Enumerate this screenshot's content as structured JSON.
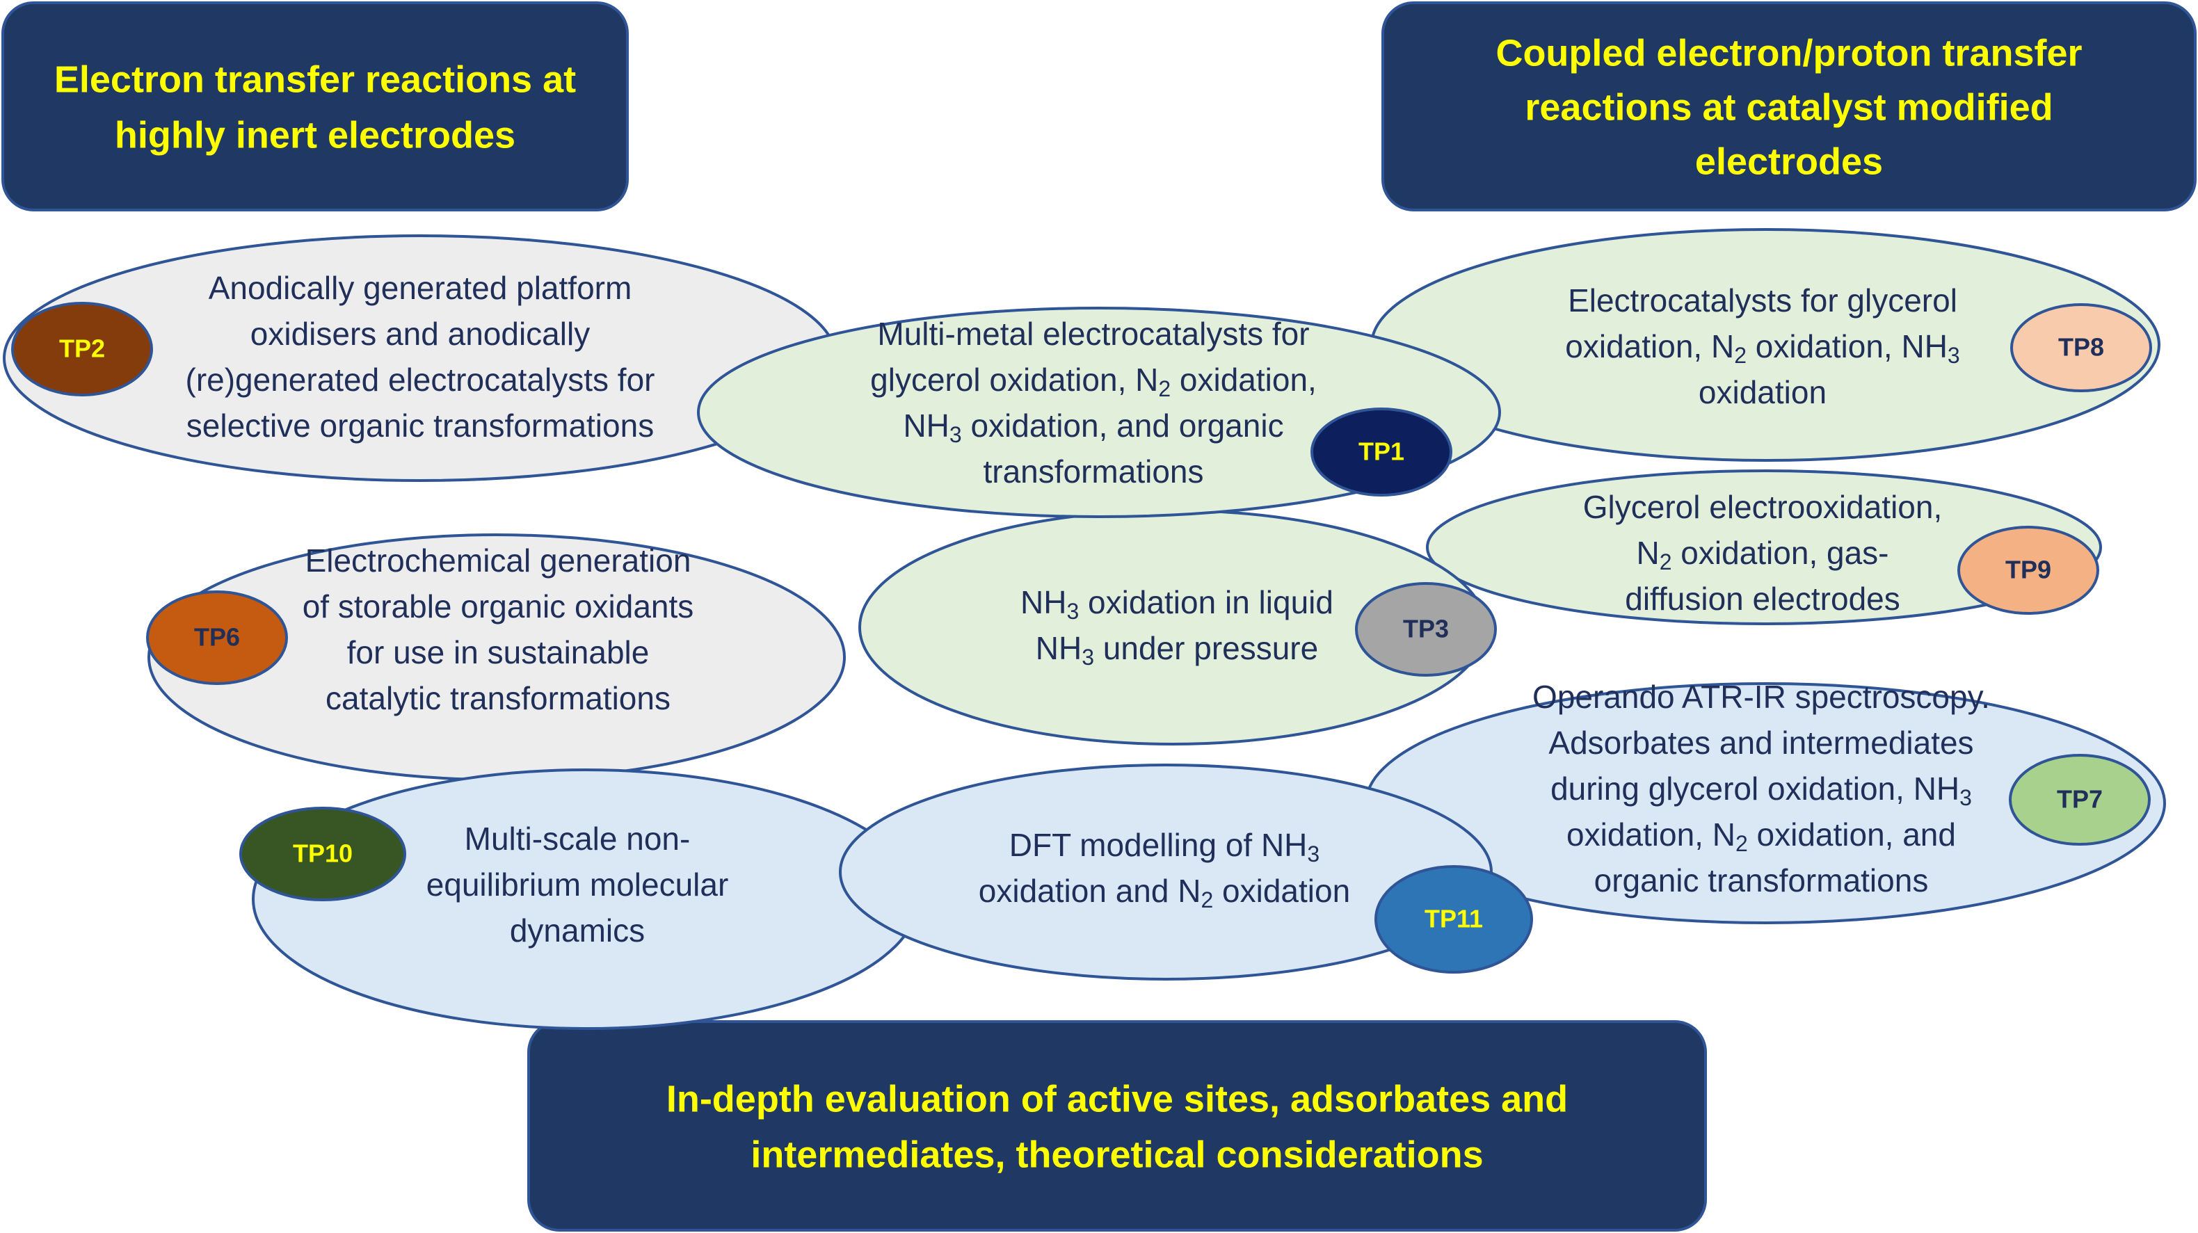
{
  "header_boxes": [
    {
      "id": "hdr-inert",
      "lines": [
        "Electron transfer reactions at",
        "highly inert electrodes"
      ]
    },
    {
      "id": "hdr-coupled",
      "lines": [
        "Coupled electron/proton transfer",
        "reactions at catalyst modified",
        "electrodes"
      ]
    },
    {
      "id": "hdr-evaluation",
      "lines": [
        "In-depth evaluation of active sites, adsorbates and",
        "intermediates, theoretical considerations"
      ]
    }
  ],
  "topics": [
    {
      "id": "tp2",
      "label": "TP2",
      "lines": [
        [
          "Anodically generated platform"
        ],
        [
          "oxidisers and anodically"
        ],
        [
          "(re)generated electrocatalysts for"
        ],
        [
          "selective organic transformations"
        ]
      ]
    },
    {
      "id": "tp1",
      "label": "TP1",
      "lines": [
        [
          "Multi-metal electrocatalysts for"
        ],
        [
          "glycerol oxidation, N",
          {
            "sub": "2"
          },
          " oxidation,"
        ],
        [
          "NH",
          {
            "sub": "3"
          },
          " oxidation, and organic"
        ],
        [
          "transformations"
        ]
      ]
    },
    {
      "id": "tp8",
      "label": "TP8",
      "lines": [
        [
          "Electrocatalysts for glycerol"
        ],
        [
          "oxidation, N",
          {
            "sub": "2"
          },
          " oxidation, NH",
          {
            "sub": "3"
          }
        ],
        [
          "oxidation"
        ]
      ]
    },
    {
      "id": "tp9",
      "label": "TP9",
      "lines": [
        [
          "Glycerol electrooxidation,"
        ],
        [
          "N",
          {
            "sub": "2"
          },
          " oxidation, gas-"
        ],
        [
          "diffusion electrodes"
        ]
      ]
    },
    {
      "id": "tp6",
      "label": "TP6",
      "lines": [
        [
          "Electrochemical generation"
        ],
        [
          "of storable organic oxidants"
        ],
        [
          "for use in sustainable"
        ],
        [
          "catalytic transformations"
        ]
      ]
    },
    {
      "id": "tp3",
      "label": "TP3",
      "lines": [
        [
          "NH",
          {
            "sub": "3"
          },
          " oxidation in liquid"
        ],
        [
          "NH",
          {
            "sub": "3"
          },
          " under pressure"
        ]
      ]
    },
    {
      "id": "tp7",
      "label": "TP7",
      "lines": [
        [
          "Operando ATR-IR spectroscopy."
        ],
        [
          "Adsorbates and intermediates"
        ],
        [
          "during glycerol oxidation, NH",
          {
            "sub": "3"
          }
        ],
        [
          "oxidation, N",
          {
            "sub": "2"
          },
          " oxidation, and"
        ],
        [
          "organic transformations"
        ]
      ]
    },
    {
      "id": "tp10",
      "label": "TP10",
      "lines": [
        [
          "Multi-scale non-"
        ],
        [
          "equilibrium molecular"
        ],
        [
          "dynamics"
        ]
      ]
    },
    {
      "id": "tp11",
      "label": "TP11",
      "lines": [
        [
          "DFT modelling of NH",
          {
            "sub": "3"
          }
        ],
        [
          "oxidation and N",
          {
            "sub": "2"
          },
          " oxidation"
        ]
      ]
    }
  ],
  "colors": {
    "header_fill": "#1f3864",
    "header_stroke": "#2f5597",
    "header_text": "#ffff00",
    "ellipse_stroke": "#2f5597",
    "grey_fill": "#ededed",
    "green_fill": "#e2efda",
    "blue_fill": "#dae8f5",
    "text": "#1f2f5a",
    "badges": {
      "TP1": "#0d1f5c",
      "TP2": "#843c0c",
      "TP3": "#a5a5a5",
      "TP6": "#c55a11",
      "TP7": "#a9d18e",
      "TP8": "#f8cbad",
      "TP9": "#f4b183",
      "TP10": "#375623",
      "TP11": "#2e75b6"
    },
    "badge_text": {
      "TP1": "#ffff00",
      "TP2": "#ffff00",
      "TP3": "#1f2f5a",
      "TP6": "#1f2f5a",
      "TP7": "#1f2f5a",
      "TP8": "#1f2f5a",
      "TP9": "#1f2f5a",
      "TP10": "#ffff00",
      "TP11": "#ffff00"
    }
  }
}
